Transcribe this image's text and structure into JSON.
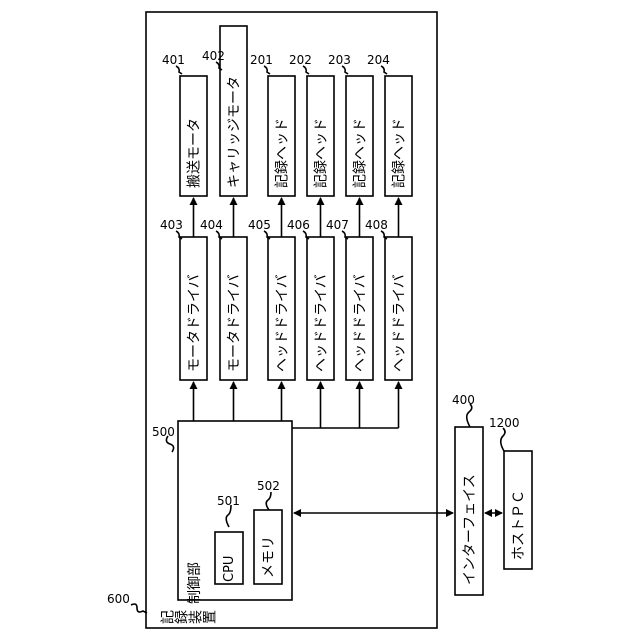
{
  "device": {
    "label": "記録装置",
    "ref": "600"
  },
  "control_unit": {
    "label": "制御部",
    "ref": "500"
  },
  "cpu": {
    "label": "CPU",
    "ref": "501"
  },
  "memory": {
    "label": "メモリ",
    "ref": "502"
  },
  "interface": {
    "label": "インターフェイス",
    "ref": "400"
  },
  "host": {
    "label": "ホストＰＣ",
    "ref": "1200"
  },
  "drivers": [
    {
      "label": "モータドライバ",
      "ref": "403"
    },
    {
      "label": "モータドライバ",
      "ref": "404"
    },
    {
      "label": "ヘッドドライバ",
      "ref": "405"
    },
    {
      "label": "ヘッドドライバ",
      "ref": "406"
    },
    {
      "label": "ヘッドドライバ",
      "ref": "407"
    },
    {
      "label": "ヘッドドライバ",
      "ref": "408"
    }
  ],
  "targets": [
    {
      "label": "搬送モータ",
      "ref": "401"
    },
    {
      "label": "キャリッジモータ",
      "ref": "402"
    },
    {
      "label": "記録ヘッド",
      "ref": "201"
    },
    {
      "label": "記録ヘッド",
      "ref": "202"
    },
    {
      "label": "記録ヘッド",
      "ref": "203"
    },
    {
      "label": "記録ヘッド",
      "ref": "204"
    }
  ]
}
